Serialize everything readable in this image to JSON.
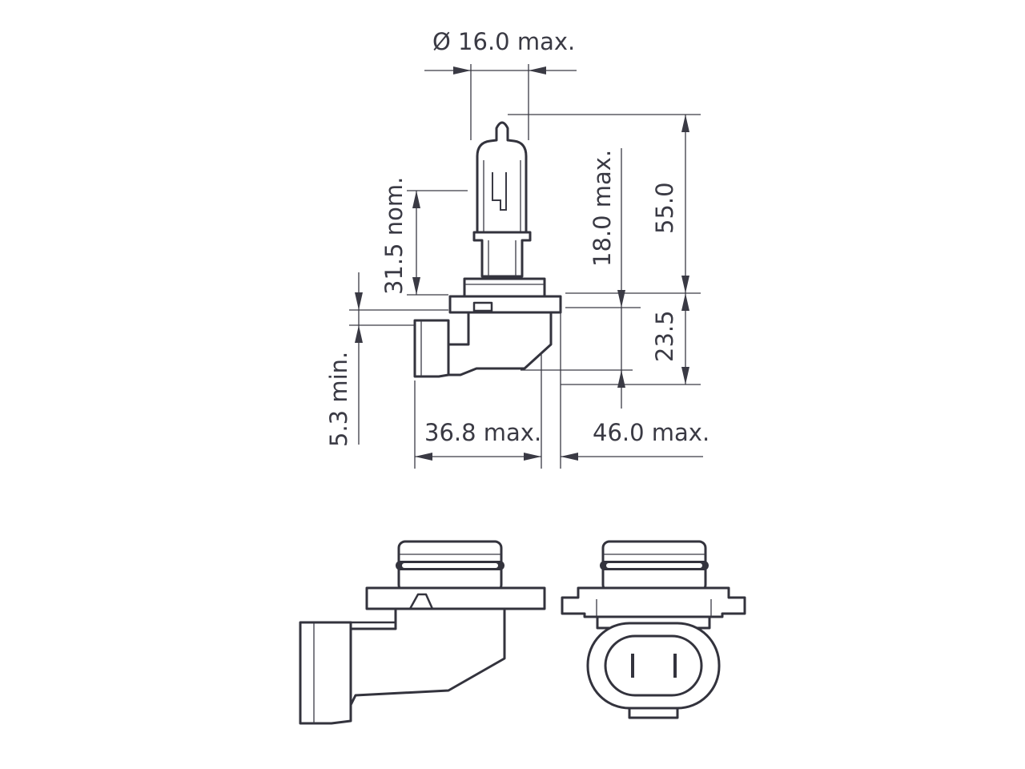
{
  "dimensions": {
    "diameter": "Ø 16.0 max.",
    "total_height": "55.0",
    "lamp_height": "18.0 max.",
    "light_center": "31.5 nom.",
    "base_height": "23.5",
    "base_offset": "5.3 min.",
    "base_width": "36.8 max.",
    "total_width": "46.0 max."
  }
}
